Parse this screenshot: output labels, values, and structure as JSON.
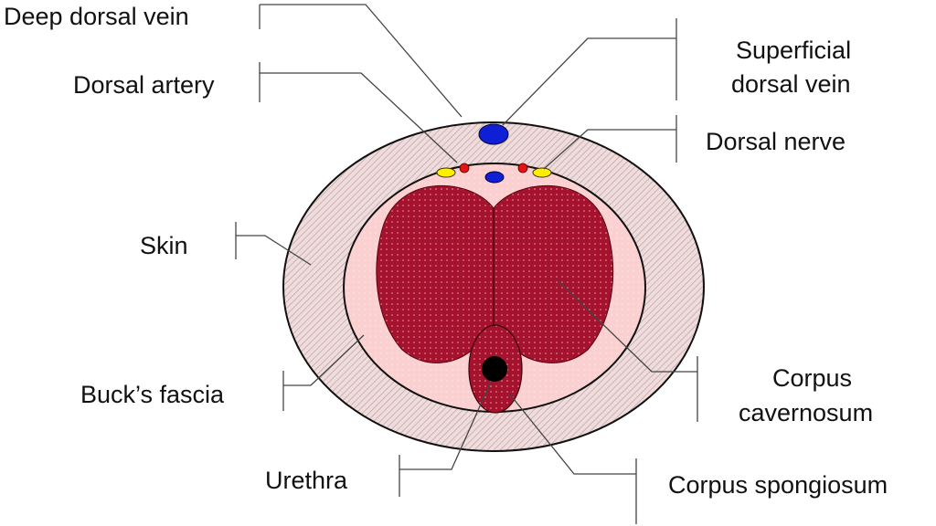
{
  "labels": {
    "deep_dorsal_vein": "Deep dorsal vein",
    "dorsal_artery": "Dorsal artery",
    "superficial_dorsal_vein_line1": "Superficial",
    "superficial_dorsal_vein_line2": "dorsal vein",
    "dorsal_nerve": "Dorsal nerve",
    "skin": "Skin",
    "bucks_fascia": "Buck’s fascia",
    "corpus_cavernosum_line1": "Corpus",
    "corpus_cavernosum_line2": "cavernosum",
    "urethra": "Urethra",
    "corpus_spongiosum": "Corpus spongiosum"
  },
  "colors": {
    "skin_fill": "#f0dcdc",
    "skin_hatch": "#b9a3a3",
    "fascia_fill": "#fbd0d0",
    "cavernosum": "#a5122e",
    "spongiosum": "#a5122e",
    "urethra": "#000000",
    "vein": "#0f1fd6",
    "artery": "#e21414",
    "nerve": "#ffee00",
    "outline": "#111111"
  }
}
